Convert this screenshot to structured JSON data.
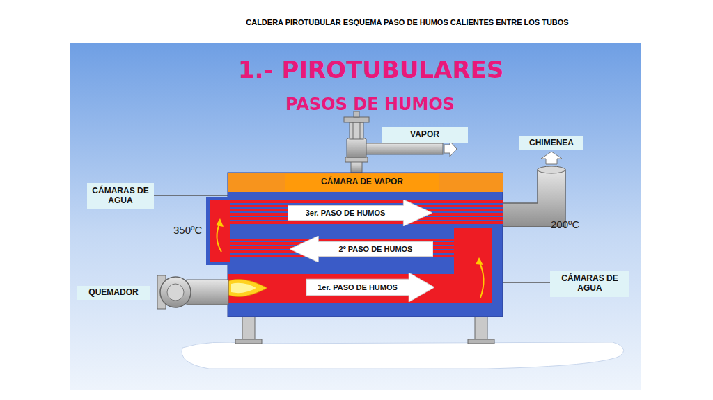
{
  "diagram": {
    "title": "CALDERA PIROTUBULAR ESQUEMA PASO DE HUMOS CALIENTES ENTRE LOS TUBOS",
    "nodes": [
      {
        "text": [
          "VAPOR"
        ]
      },
      {
        "text": [
          "CHIMENEA"
        ]
      },
      {
        "text": [
          "CÁMARAS DE AGUA"
        ]
      },
      {
        "text": [
          "CÁMARA DE VAPOR"
        ]
      },
      {
        "text": [
          "3er. PASO DE HUMOS"
        ]
      },
      {
        "text": [
          "2º PASO DE HUMOS"
        ]
      },
      {
        "text": [
          "1er. PASO DE HUMOS"
        ]
      },
      {
        "text": [
          "QUEMADOR"
        ]
      },
      {
        "text": [
          "CÁMARAS DE AGUA"
        ]
      }
    ],
    "labels": [
      "1.- PIROTUBULARES",
      "PASOS DE HUMOS",
      "350ºC",
      "200ºC"
    ]
  }
}
